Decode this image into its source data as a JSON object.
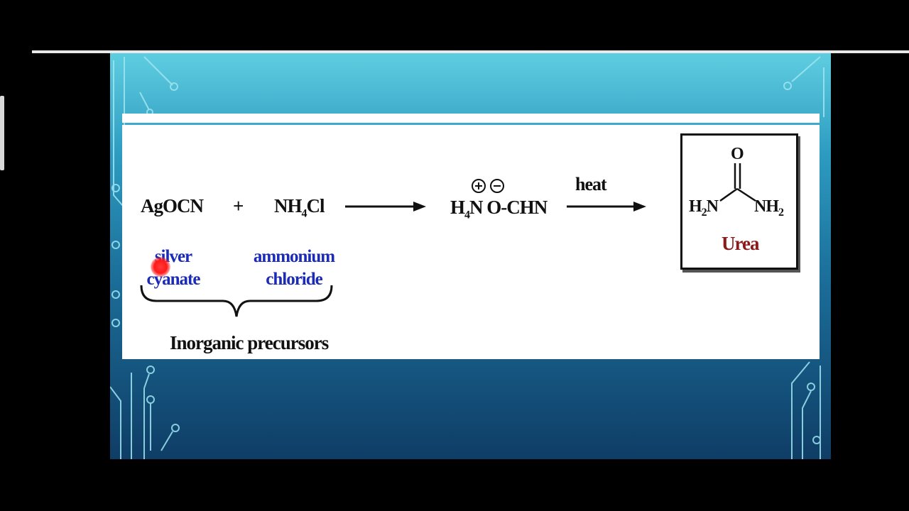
{
  "reaction": {
    "reactant1": "AgOCN",
    "plus": "+",
    "reactant2_main": "NH",
    "reactant2_sub": "4",
    "reactant2_tail": "Cl",
    "intermediate_a": "H",
    "intermediate_a_sub": "4",
    "intermediate_b": "N O-CHN",
    "arrow2_label": "heat",
    "reactant1_name_line1": "silver",
    "reactant1_name_line2": "cyanate",
    "reactant2_name_line1": "ammonium",
    "reactant2_name_line2": "chloride",
    "group_label": "Inorganic precursors"
  },
  "product": {
    "oxygen": "O",
    "left_group": "H",
    "left_group_sub": "2",
    "left_group_tail": "N",
    "right_group": "NH",
    "right_group_sub": "2",
    "name": "Urea"
  },
  "colors": {
    "blue_label": "#1c2ab8",
    "urea_label": "#8b1a1a",
    "slide_top": "#5fcde0",
    "slide_bottom": "#0f3d66"
  }
}
